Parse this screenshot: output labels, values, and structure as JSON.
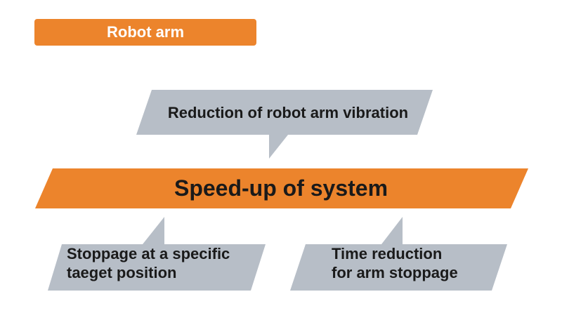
{
  "tag": {
    "text": "Robot arm"
  },
  "main_banner": {
    "text": "Speed-up of system"
  },
  "callouts": {
    "top": {
      "lines": [
        "Reduction of robot arm vibration"
      ]
    },
    "bottom_left": {
      "lines": [
        "Stoppage at a specific",
        "taeget position"
      ]
    },
    "bottom_right": {
      "lines": [
        "Time reduction",
        "for arm stoppage"
      ]
    }
  },
  "colors": {
    "accent_orange": "#ec842c",
    "callout_gray": "#b7bec7",
    "text_dark": "#1a1a1a",
    "text_light": "#ffffff"
  }
}
